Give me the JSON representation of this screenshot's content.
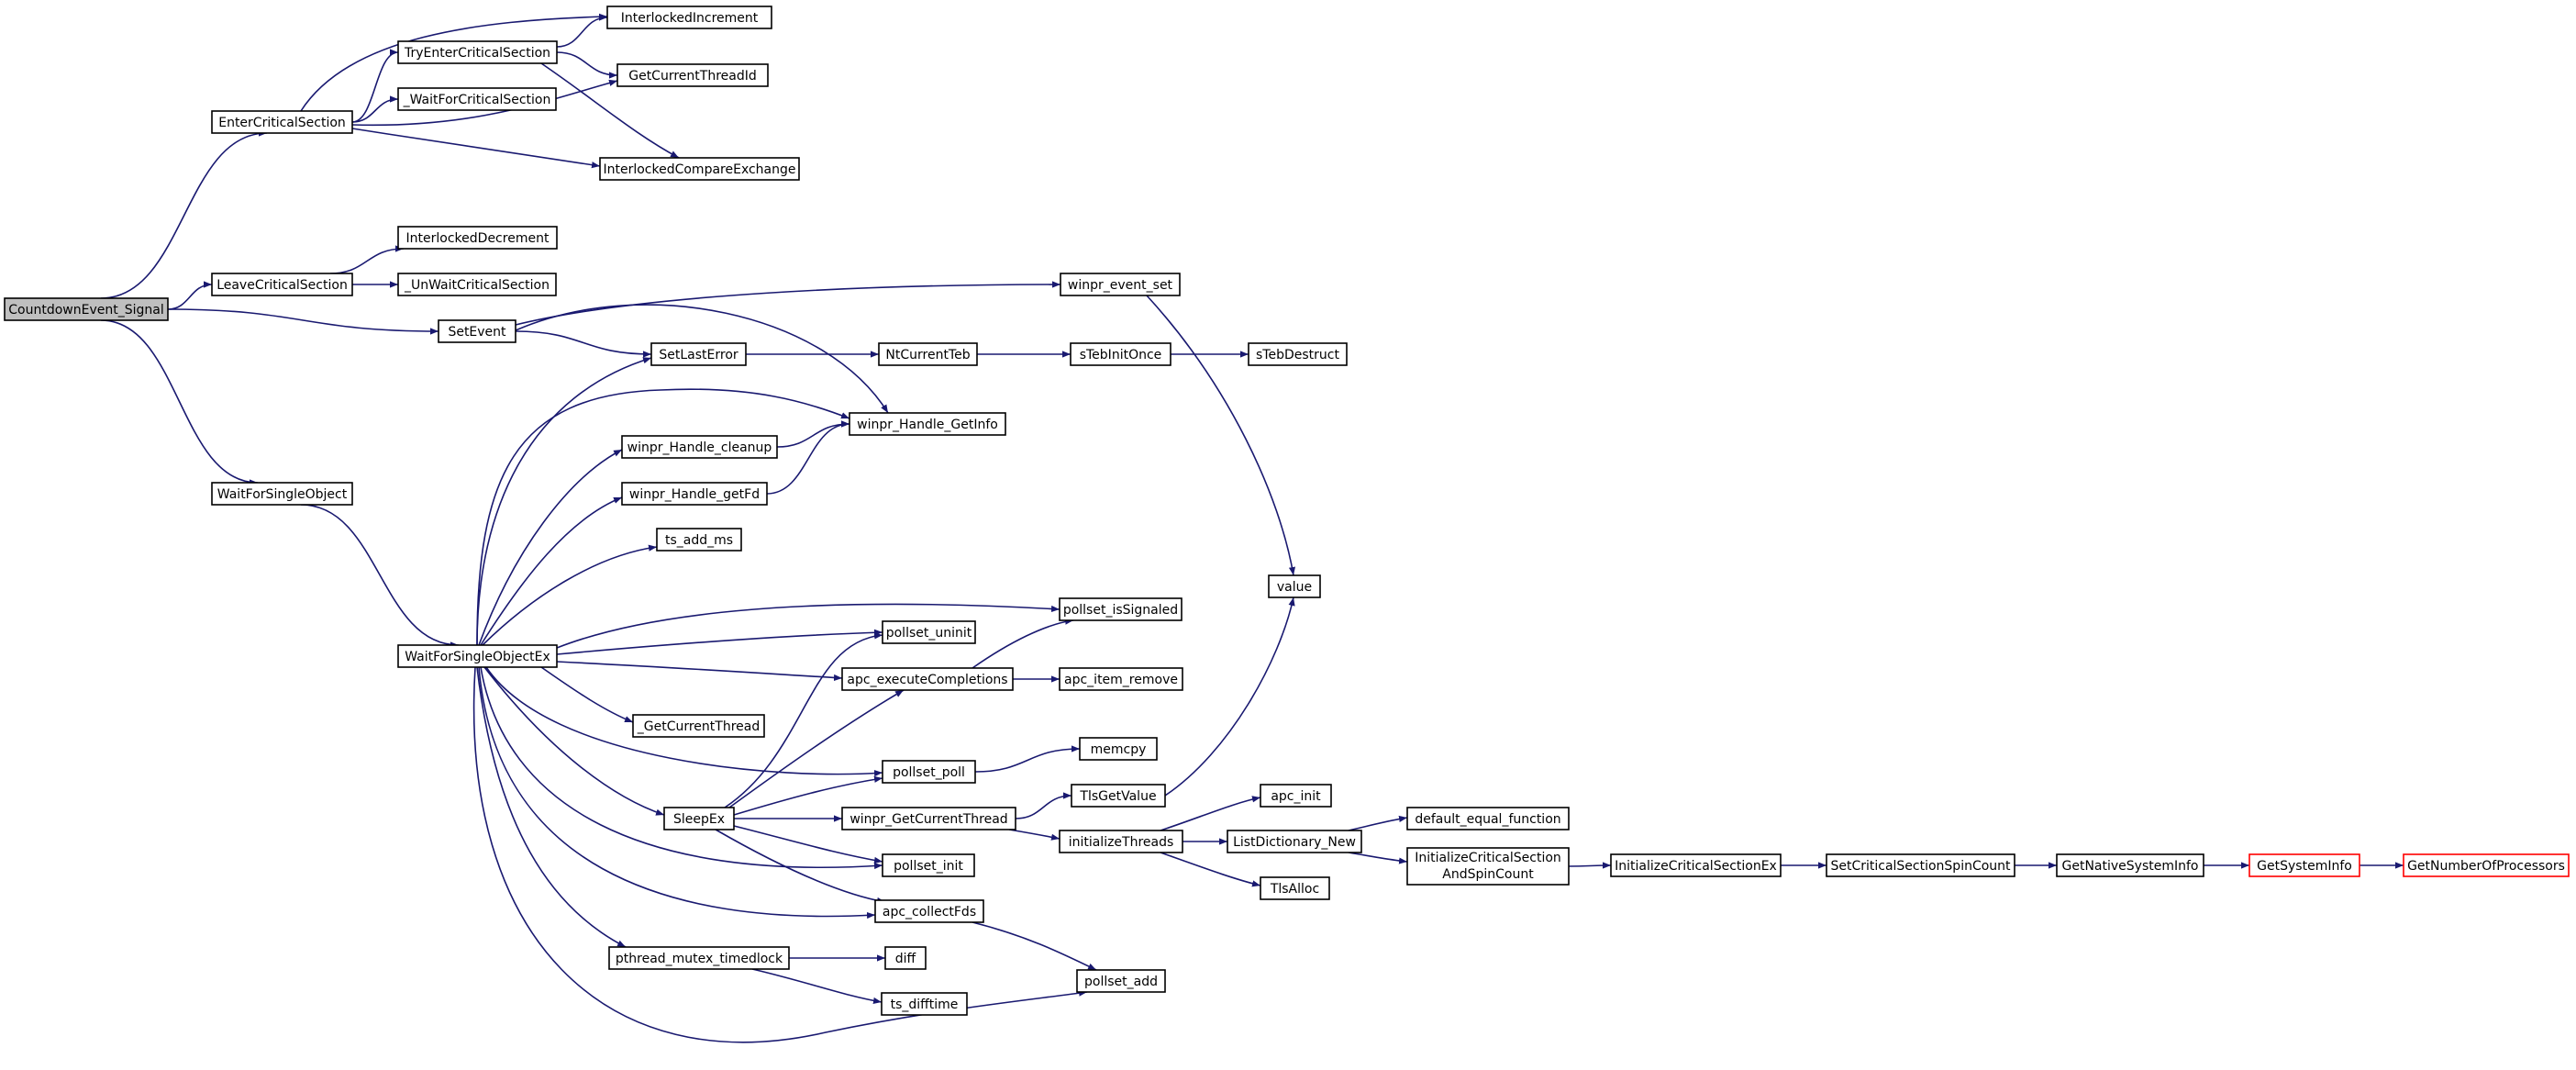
{
  "graph": {
    "edge_color": "#191970",
    "root_fill": "#bfbfbf",
    "truncated_border_color": "#ff0000",
    "nodes": [
      {
        "id": "CountdownEvent_Signal",
        "label": "CountdownEvent_Signal",
        "root": true
      },
      {
        "id": "EnterCriticalSection",
        "label": "EnterCriticalSection"
      },
      {
        "id": "InterlockedIncrement",
        "label": "InterlockedIncrement"
      },
      {
        "id": "TryEnterCriticalSection",
        "label": "TryEnterCriticalSection"
      },
      {
        "id": "GetCurrentThreadId",
        "label": "GetCurrentThreadId"
      },
      {
        "id": "_WaitForCriticalSection",
        "label": "_WaitForCriticalSection"
      },
      {
        "id": "InterlockedCompareExchange",
        "label": "InterlockedCompareExchange"
      },
      {
        "id": "InterlockedDecrement",
        "label": "InterlockedDecrement"
      },
      {
        "id": "LeaveCriticalSection",
        "label": "LeaveCriticalSection"
      },
      {
        "id": "_UnWaitCriticalSection",
        "label": "_UnWaitCriticalSection"
      },
      {
        "id": "SetEvent",
        "label": "SetEvent"
      },
      {
        "id": "winpr_event_set",
        "label": "winpr_event_set"
      },
      {
        "id": "SetLastError",
        "label": "SetLastError"
      },
      {
        "id": "NtCurrentTeb",
        "label": "NtCurrentTeb"
      },
      {
        "id": "sTebInitOnce",
        "label": "sTebInitOnce"
      },
      {
        "id": "sTebDestruct",
        "label": "sTebDestruct"
      },
      {
        "id": "winpr_Handle_GetInfo",
        "label": "winpr_Handle_GetInfo"
      },
      {
        "id": "winpr_Handle_cleanup",
        "label": "winpr_Handle_cleanup"
      },
      {
        "id": "winpr_Handle_getFd",
        "label": "winpr_Handle_getFd"
      },
      {
        "id": "WaitForSingleObject",
        "label": "WaitForSingleObject"
      },
      {
        "id": "ts_add_ms",
        "label": "ts_add_ms"
      },
      {
        "id": "value",
        "label": "value"
      },
      {
        "id": "pollset_isSignaled",
        "label": "pollset_isSignaled"
      },
      {
        "id": "pollset_uninit",
        "label": "pollset_uninit"
      },
      {
        "id": "WaitForSingleObjectEx",
        "label": "WaitForSingleObjectEx"
      },
      {
        "id": "apc_executeCompletions",
        "label": "apc_executeCompletions"
      },
      {
        "id": "apc_item_remove",
        "label": "apc_item_remove"
      },
      {
        "id": "_GetCurrentThread",
        "label": "_GetCurrentThread"
      },
      {
        "id": "memcpy",
        "label": "memcpy"
      },
      {
        "id": "pollset_poll",
        "label": "pollset_poll"
      },
      {
        "id": "TlsGetValue",
        "label": "TlsGetValue"
      },
      {
        "id": "apc_init",
        "label": "apc_init"
      },
      {
        "id": "SleepEx",
        "label": "SleepEx"
      },
      {
        "id": "winpr_GetCurrentThread",
        "label": "winpr_GetCurrentThread"
      },
      {
        "id": "default_equal_function",
        "label": "default_equal_function"
      },
      {
        "id": "initializeThreads",
        "label": "initializeThreads"
      },
      {
        "id": "ListDictionary_New",
        "label": "ListDictionary_New"
      },
      {
        "id": "InitializeCriticalSectionAndSpinCount",
        "label": [
          "InitializeCriticalSection",
          "AndSpinCount"
        ]
      },
      {
        "id": "InitializeCriticalSectionEx",
        "label": "InitializeCriticalSectionEx"
      },
      {
        "id": "SetCriticalSectionSpinCount",
        "label": "SetCriticalSectionSpinCount"
      },
      {
        "id": "GetNativeSystemInfo",
        "label": "GetNativeSystemInfo"
      },
      {
        "id": "GetSystemInfo",
        "label": "GetSystemInfo",
        "truncated": true
      },
      {
        "id": "GetNumberOfProcessors",
        "label": "GetNumberOfProcessors",
        "truncated": true
      },
      {
        "id": "pollset_init",
        "label": "pollset_init"
      },
      {
        "id": "TlsAlloc",
        "label": "TlsAlloc"
      },
      {
        "id": "apc_collectFds",
        "label": "apc_collectFds"
      },
      {
        "id": "pthread_mutex_timedlock",
        "label": "pthread_mutex_timedlock"
      },
      {
        "id": "diff",
        "label": "diff"
      },
      {
        "id": "pollset_add",
        "label": "pollset_add"
      },
      {
        "id": "ts_difftime",
        "label": "ts_difftime"
      }
    ],
    "edges": [
      [
        "CountdownEvent_Signal",
        "EnterCriticalSection"
      ],
      [
        "CountdownEvent_Signal",
        "LeaveCriticalSection"
      ],
      [
        "CountdownEvent_Signal",
        "SetEvent"
      ],
      [
        "CountdownEvent_Signal",
        "WaitForSingleObject"
      ],
      [
        "EnterCriticalSection",
        "InterlockedIncrement"
      ],
      [
        "EnterCriticalSection",
        "TryEnterCriticalSection"
      ],
      [
        "EnterCriticalSection",
        "_WaitForCriticalSection"
      ],
      [
        "EnterCriticalSection",
        "GetCurrentThreadId"
      ],
      [
        "EnterCriticalSection",
        "InterlockedCompareExchange"
      ],
      [
        "TryEnterCriticalSection",
        "InterlockedIncrement"
      ],
      [
        "TryEnterCriticalSection",
        "GetCurrentThreadId"
      ],
      [
        "TryEnterCriticalSection",
        "InterlockedCompareExchange"
      ],
      [
        "LeaveCriticalSection",
        "InterlockedDecrement"
      ],
      [
        "LeaveCriticalSection",
        "_UnWaitCriticalSection"
      ],
      [
        "SetEvent",
        "winpr_event_set"
      ],
      [
        "SetEvent",
        "winpr_Handle_GetInfo"
      ],
      [
        "SetEvent",
        "SetLastError"
      ],
      [
        "winpr_event_set",
        "value"
      ],
      [
        "SetLastError",
        "NtCurrentTeb"
      ],
      [
        "NtCurrentTeb",
        "sTebInitOnce"
      ],
      [
        "sTebInitOnce",
        "sTebDestruct"
      ],
      [
        "winpr_Handle_cleanup",
        "winpr_Handle_GetInfo"
      ],
      [
        "winpr_Handle_getFd",
        "winpr_Handle_GetInfo"
      ],
      [
        "WaitForSingleObject",
        "WaitForSingleObjectEx"
      ],
      [
        "WaitForSingleObjectEx",
        "SetLastError"
      ],
      [
        "WaitForSingleObjectEx",
        "winpr_Handle_GetInfo"
      ],
      [
        "WaitForSingleObjectEx",
        "winpr_Handle_cleanup"
      ],
      [
        "WaitForSingleObjectEx",
        "winpr_Handle_getFd"
      ],
      [
        "WaitForSingleObjectEx",
        "ts_add_ms"
      ],
      [
        "WaitForSingleObjectEx",
        "pollset_isSignaled"
      ],
      [
        "WaitForSingleObjectEx",
        "pollset_uninit"
      ],
      [
        "WaitForSingleObjectEx",
        "apc_executeCompletions"
      ],
      [
        "WaitForSingleObjectEx",
        "_GetCurrentThread"
      ],
      [
        "WaitForSingleObjectEx",
        "pollset_poll"
      ],
      [
        "WaitForSingleObjectEx",
        "SleepEx"
      ],
      [
        "WaitForSingleObjectEx",
        "pollset_init"
      ],
      [
        "WaitForSingleObjectEx",
        "apc_collectFds"
      ],
      [
        "WaitForSingleObjectEx",
        "pthread_mutex_timedlock"
      ],
      [
        "WaitForSingleObjectEx",
        "pollset_add"
      ],
      [
        "apc_executeCompletions",
        "pollset_isSignaled"
      ],
      [
        "apc_executeCompletions",
        "apc_item_remove"
      ],
      [
        "pollset_poll",
        "memcpy"
      ],
      [
        "SleepEx",
        "pollset_uninit"
      ],
      [
        "SleepEx",
        "apc_executeCompletions"
      ],
      [
        "SleepEx",
        "pollset_poll"
      ],
      [
        "SleepEx",
        "winpr_GetCurrentThread"
      ],
      [
        "SleepEx",
        "pollset_init"
      ],
      [
        "SleepEx",
        "apc_collectFds"
      ],
      [
        "winpr_GetCurrentThread",
        "TlsGetValue"
      ],
      [
        "winpr_GetCurrentThread",
        "initializeThreads"
      ],
      [
        "TlsGetValue",
        "value"
      ],
      [
        "initializeThreads",
        "apc_init"
      ],
      [
        "initializeThreads",
        "ListDictionary_New"
      ],
      [
        "initializeThreads",
        "TlsAlloc"
      ],
      [
        "ListDictionary_New",
        "default_equal_function"
      ],
      [
        "ListDictionary_New",
        "InitializeCriticalSectionAndSpinCount"
      ],
      [
        "InitializeCriticalSectionAndSpinCount",
        "InitializeCriticalSectionEx"
      ],
      [
        "InitializeCriticalSectionEx",
        "SetCriticalSectionSpinCount"
      ],
      [
        "SetCriticalSectionSpinCount",
        "GetNativeSystemInfo"
      ],
      [
        "GetNativeSystemInfo",
        "GetSystemInfo"
      ],
      [
        "GetSystemInfo",
        "GetNumberOfProcessors"
      ],
      [
        "apc_collectFds",
        "pollset_add"
      ],
      [
        "pthread_mutex_timedlock",
        "diff"
      ],
      [
        "pthread_mutex_timedlock",
        "ts_difftime"
      ]
    ]
  }
}
